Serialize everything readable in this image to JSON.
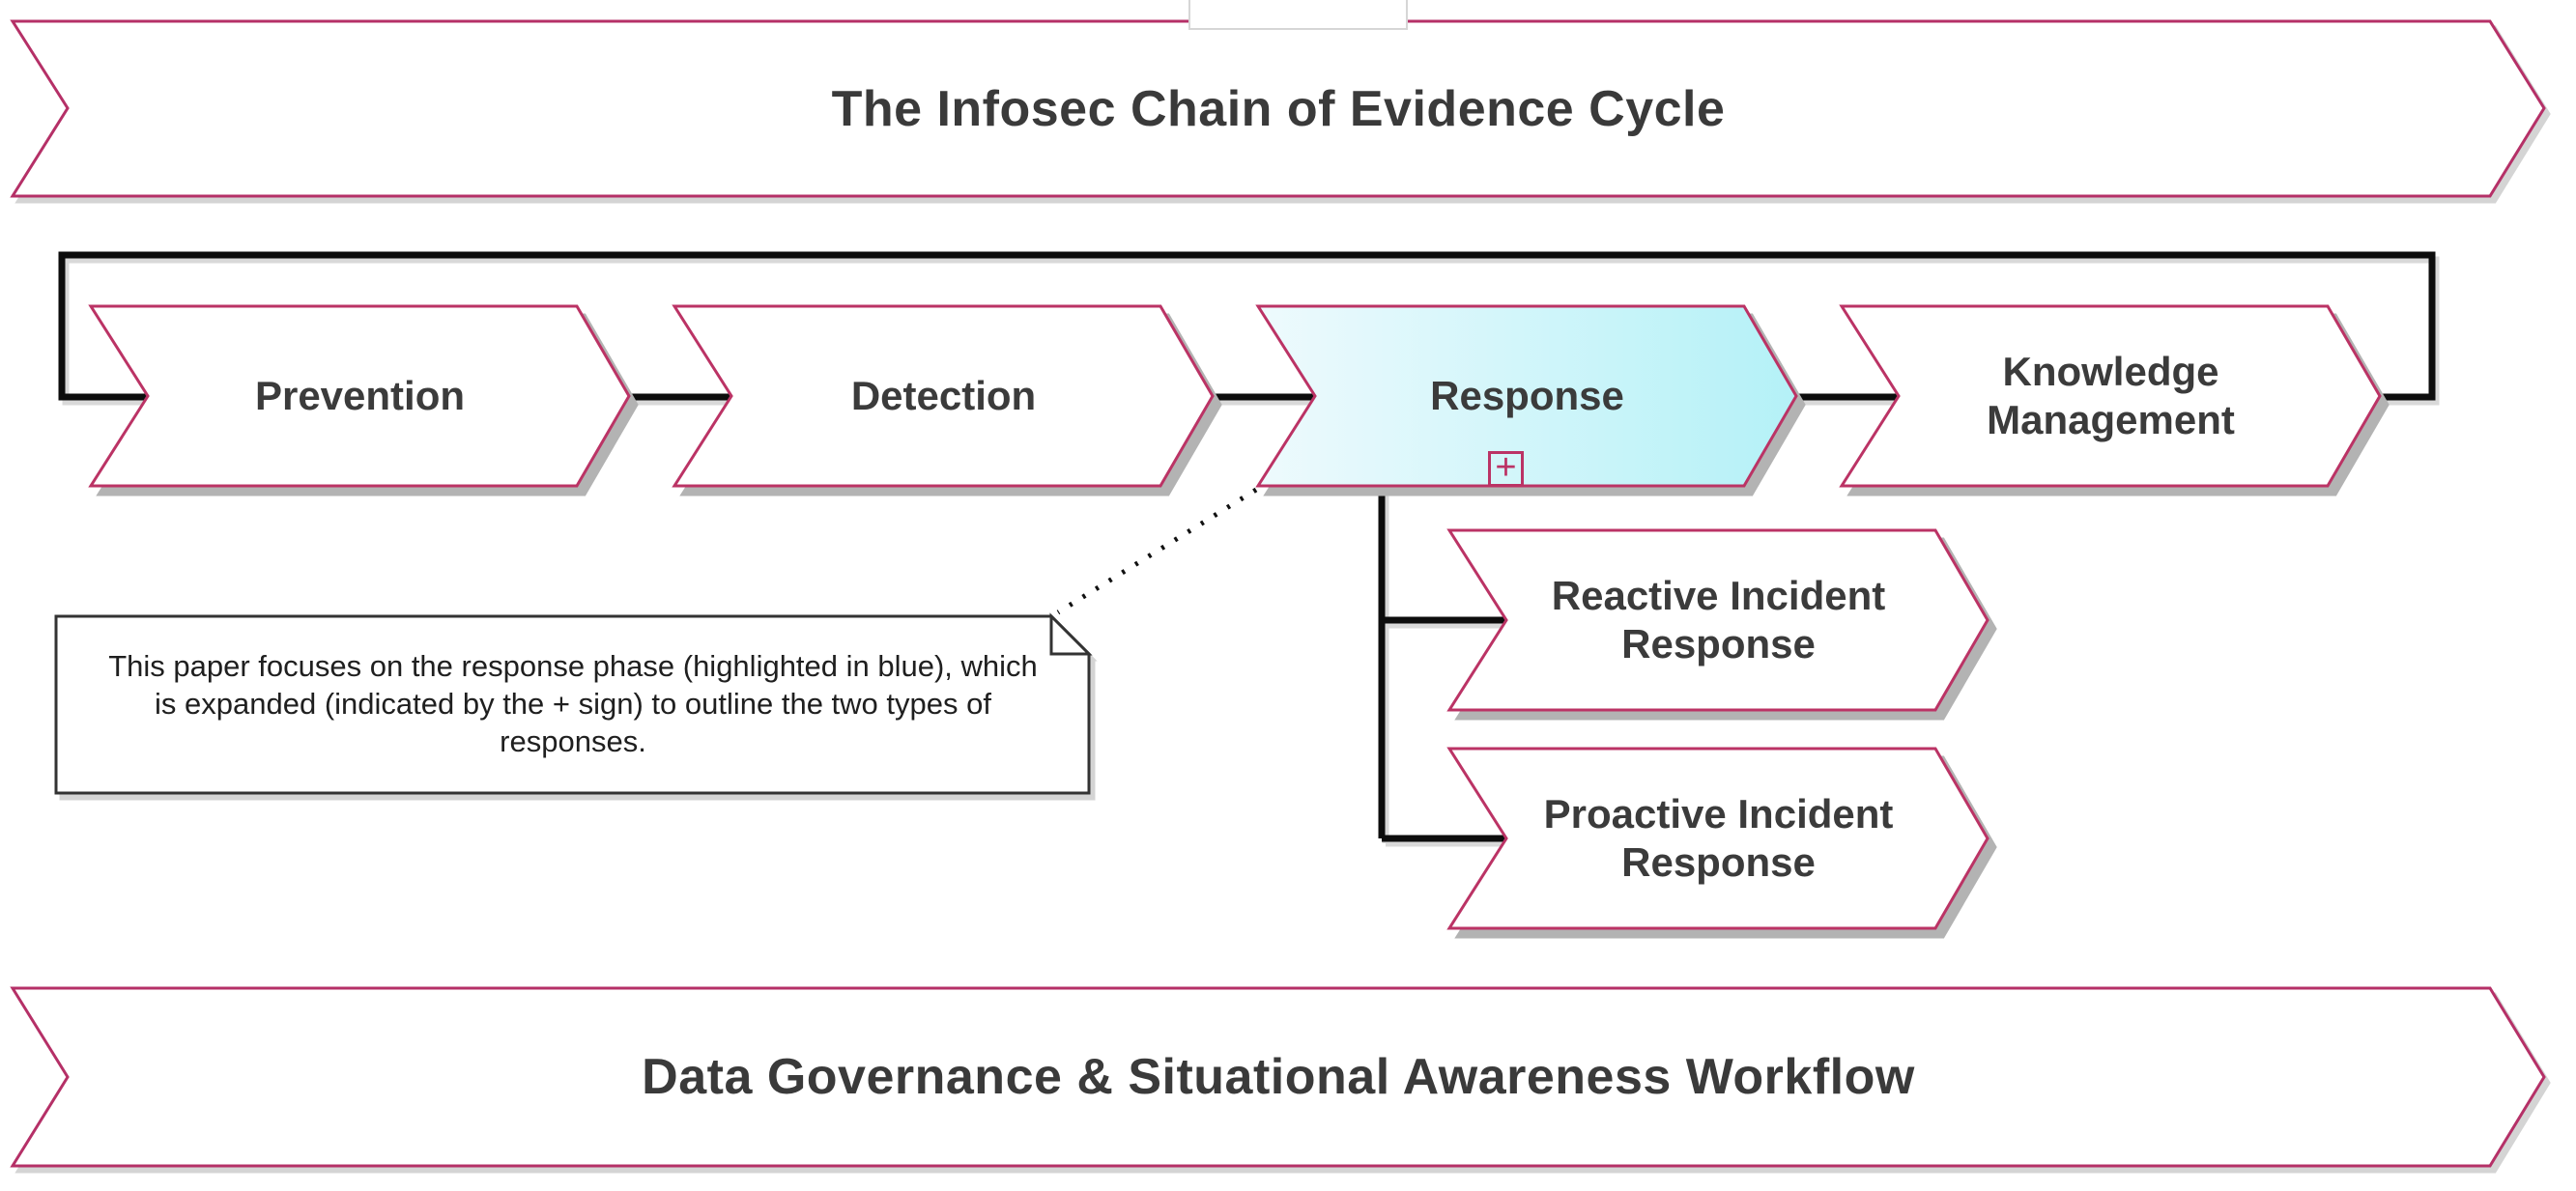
{
  "diagram": {
    "top_banner": {
      "title": "The Infosec Chain of Evidence Cycle"
    },
    "bottom_banner": {
      "title": "Data Governance & Situational Awareness Workflow"
    },
    "phases": [
      {
        "label": "Prevention",
        "highlighted": false
      },
      {
        "label": "Detection",
        "highlighted": false
      },
      {
        "label": "Response",
        "highlighted": true,
        "expand_indicator": "+"
      },
      {
        "label": "Knowledge Management",
        "highlighted": false
      }
    ],
    "response_subtypes": [
      {
        "label": "Reactive Incident Response"
      },
      {
        "label": "Proactive Incident Response"
      }
    ],
    "note": {
      "text": "This paper focuses on the response phase (highlighted in blue), which is expanded (indicated by the + sign) to outline the two types of responses."
    },
    "colors": {
      "accent_border": "#bb3365",
      "highlight_fill_start": "#eefafd",
      "highlight_fill_end": "#b4f1f7",
      "line": "#0d0d0d",
      "text": "#3b3b3b"
    }
  }
}
